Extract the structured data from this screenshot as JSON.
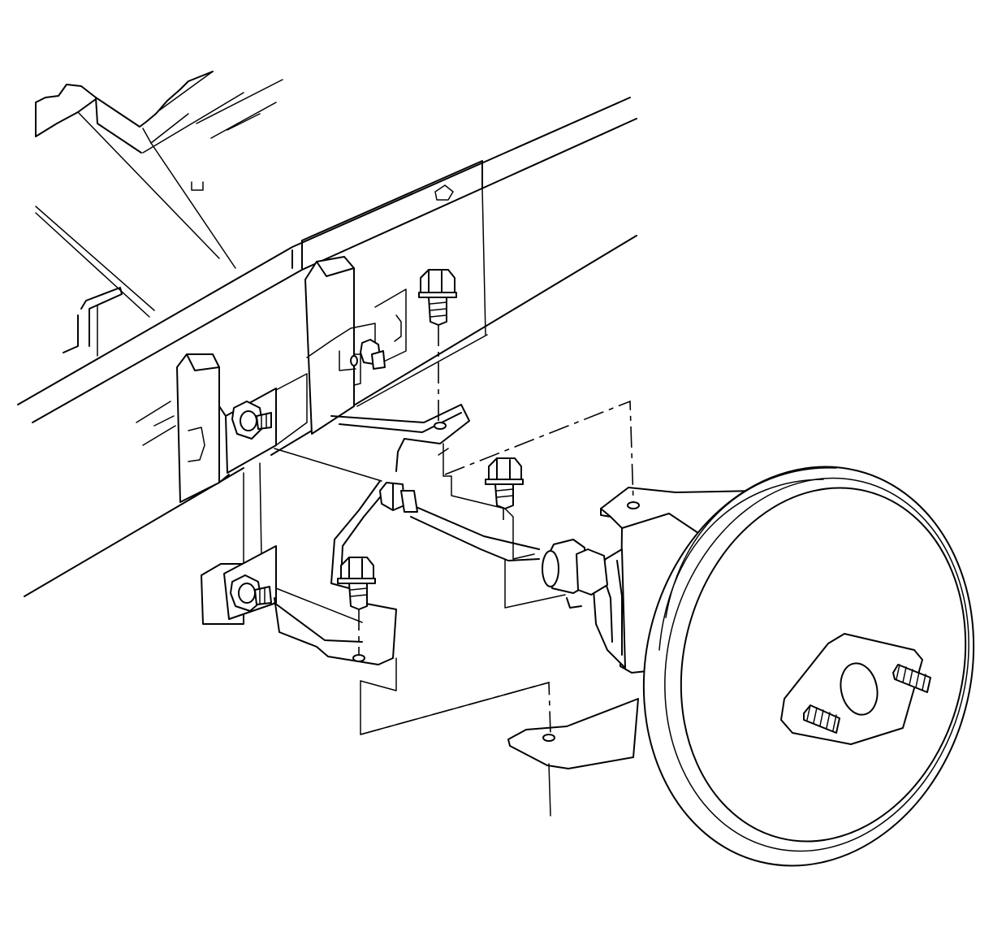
{
  "figure": {
    "type": "technical-line-illustration",
    "line_color": "#000000",
    "background": "#ffffff"
  },
  "parts": {
    "bolts": 3,
    "nuts": 3,
    "mounting_holes": 5,
    "studs": 2
  }
}
